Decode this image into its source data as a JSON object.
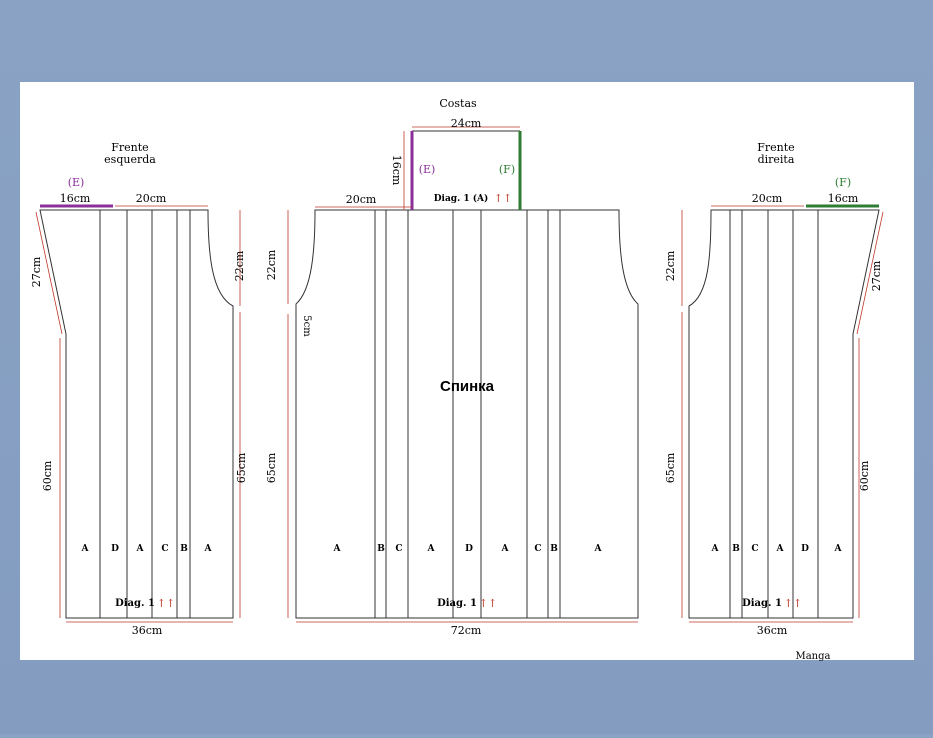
{
  "colors": {
    "E": "#8b2f9a",
    "F": "#2e7d32",
    "measure": "#c0392b",
    "arrows": "#c0392b"
  },
  "costas": {
    "title": "Costas",
    "neck_width": "24cm",
    "neck_height": "16cm",
    "E": "(E)",
    "F": "(F)",
    "diag_top": "Diag. 1 (A)",
    "shoulder": "20cm",
    "armhole": "22cm",
    "armhole_curve": "5cm",
    "body_height": "65cm",
    "center_label": "Спинка",
    "columns": [
      "A",
      "B",
      "C",
      "A",
      "D",
      "A",
      "C",
      "B",
      "A"
    ],
    "diag_bottom": "Diag. 1",
    "width": "72cm"
  },
  "left_front": {
    "title_line1": "Frente",
    "title_line2": "esquerda",
    "E": "(E)",
    "neck": "16cm",
    "shoulder": "20cm",
    "slope": "27cm",
    "armhole": "22cm",
    "side_left": "60cm",
    "side_right": "65cm",
    "columns": [
      "A",
      "D",
      "A",
      "C",
      "B",
      "A"
    ],
    "diag": "Diag. 1",
    "width": "36cm"
  },
  "right_front": {
    "title_line1": "Frente",
    "title_line2": "direita",
    "F": "(F)",
    "neck": "16cm",
    "shoulder": "20cm",
    "slope": "27cm",
    "armhole": "22cm",
    "side_left": "65cm",
    "side_right": "60cm",
    "columns": [
      "A",
      "B",
      "C",
      "A",
      "D",
      "A"
    ],
    "diag": "Diag. 1",
    "width": "36cm"
  },
  "manga": "Manga"
}
